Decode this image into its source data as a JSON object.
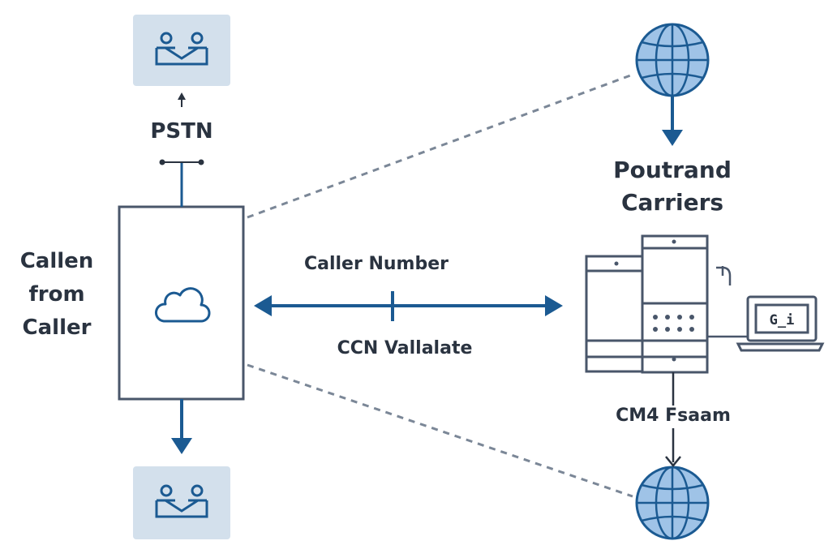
{
  "diagram": {
    "pstn_label": "PSTN",
    "caller_label_lines": [
      "Callen",
      "from",
      "Caller"
    ],
    "caller_number_label": "Caller Number",
    "ccn_label": "CCN Vallalate",
    "carriers_label_lines": [
      "Poutrand",
      "Carriers"
    ],
    "cm4_label": "CM4 Fsaam",
    "laptop_screen_text": "G_i"
  },
  "icons": [
    "people-icon",
    "globe-icon",
    "cloud-icon",
    "server-icon",
    "laptop-icon"
  ],
  "colors": {
    "primary": "#1b5a92",
    "line": "#49566a",
    "dashed": "#7b8797",
    "card_bg": "#d3e0ec",
    "globe_fill": "#9fc3e7",
    "text": "#2a3340"
  }
}
